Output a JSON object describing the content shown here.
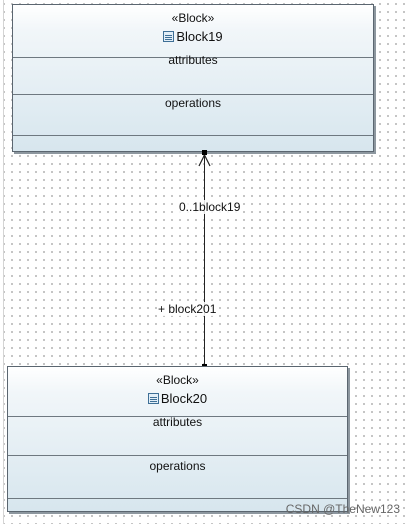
{
  "blocks": [
    {
      "stereotype": "«Block»",
      "name": "Block19",
      "compartments": [
        "attributes",
        "operations"
      ]
    },
    {
      "stereotype": "«Block»",
      "name": "Block20",
      "compartments": [
        "attributes",
        "operations"
      ]
    }
  ],
  "association": {
    "source_end_label": "0..1block19",
    "target_end_label": "+ block201",
    "navigability": "arrow-to-Block19"
  },
  "watermark": "CSDN @TheNew123"
}
